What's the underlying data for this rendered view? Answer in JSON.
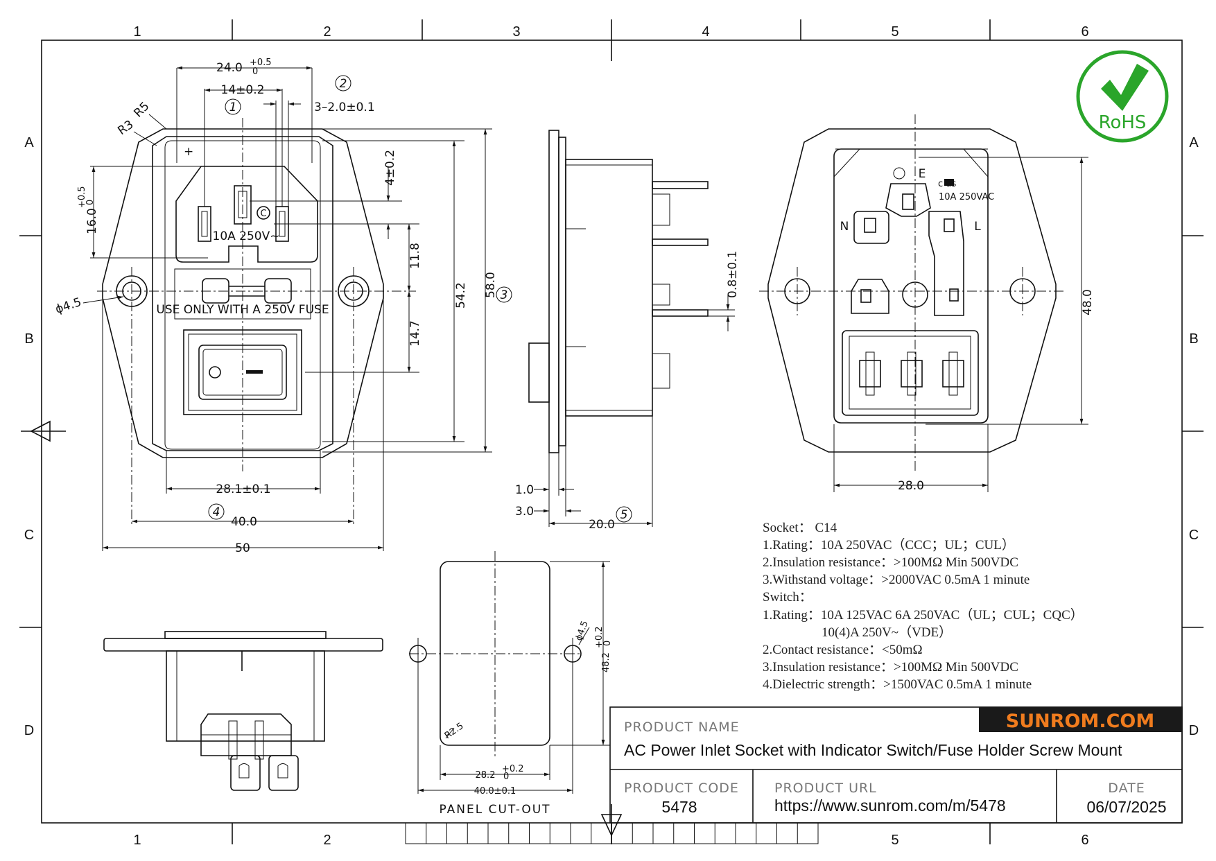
{
  "frame": {
    "columns": [
      "1",
      "2",
      "3",
      "4",
      "5",
      "6"
    ],
    "rows": [
      "A",
      "B",
      "C",
      "D"
    ],
    "bottom_columns": [
      "1",
      "2",
      "5",
      "6"
    ]
  },
  "front_view": {
    "dims": {
      "top_width": "24.0",
      "top_width_tol_upper": "+0.5",
      "top_width_tol_lower": "0",
      "pin_spacing": "14±0.2",
      "pin_width": "3–2.0±0.1",
      "corner_r5": "R5",
      "corner_r3": "R3",
      "height_16": "16.0",
      "height_16_tol_upper": "+0.5",
      "height_16_tol_lower": "0",
      "offset_4": "4±0.2",
      "d_11_8": "11.8",
      "d_14_7": "14.7",
      "d_54_2": "54.2",
      "d_58_0": "58.0",
      "hole_dia": "ϕ4.5",
      "d_28_1": "28.1±0.1",
      "d_40_0": "40.0",
      "d_50": "50"
    },
    "callouts": [
      "1",
      "2",
      "3",
      "4"
    ],
    "socket_label": "10A 250V~",
    "fuse_label": "USE ONLY WITH A 250V FUSE",
    "earth_symbol": "+"
  },
  "side_view": {
    "dims": {
      "pin_thk": "0.8±0.1",
      "d_1_0": "1.0",
      "d_3_0": "3.0",
      "d_20_0": "20.0"
    },
    "callout": "5"
  },
  "rear_view": {
    "labels": {
      "earth": "E",
      "neutral": "N",
      "live": "L",
      "rating": "10A 250VAC",
      "cert": "c    us"
    },
    "dims": {
      "height": "48.0",
      "width": "28.0"
    }
  },
  "panel_cutout": {
    "title": "PANEL CUT-OUT",
    "dims": {
      "hole_dia": "ϕ4.5",
      "height": "48.2",
      "height_tol_upper": "+0.2",
      "height_tol_lower": "0",
      "radius": "R2.5",
      "width": "28.2",
      "width_tol_upper": "+0.2",
      "width_tol_lower": "0",
      "hole_spacing": "40.0±0.1"
    }
  },
  "rohs": {
    "text": "RoHS",
    "color": "#2aa52a"
  },
  "specs": [
    "Socket： C14",
    "1.Rating：10A 250VAC（CCC；UL；CUL）",
    "2.Insulation resistance：>100MΩ  Min 500VDC",
    "3.Withstand voltage：>2000VAC 0.5mA 1 minute",
    "Switch：",
    "1.Rating：10A 125VAC  6A 250VAC（UL；CUL；CQC）",
    "10(4)A 250V~（VDE）",
    "2.Contact resistance：<50mΩ",
    "3.Insulation resistance：>100MΩ  Min 500VDC",
    "4.Dielectric strength：>1500VAC 0.5mA 1 minute"
  ],
  "title_block": {
    "brand": "SUNROM.COM",
    "brand_color": "#f07c1e",
    "product_name_label": "PRODUCT NAME",
    "product_name": "AC Power Inlet Socket with Indicator Switch/Fuse Holder Screw Mount",
    "product_code_label": "PRODUCT CODE",
    "product_code": "5478",
    "product_url_label": "PRODUCT URL",
    "product_url": "https://www.sunrom.com/m/5478",
    "date_label": "DATE",
    "date": "06/07/2025"
  }
}
